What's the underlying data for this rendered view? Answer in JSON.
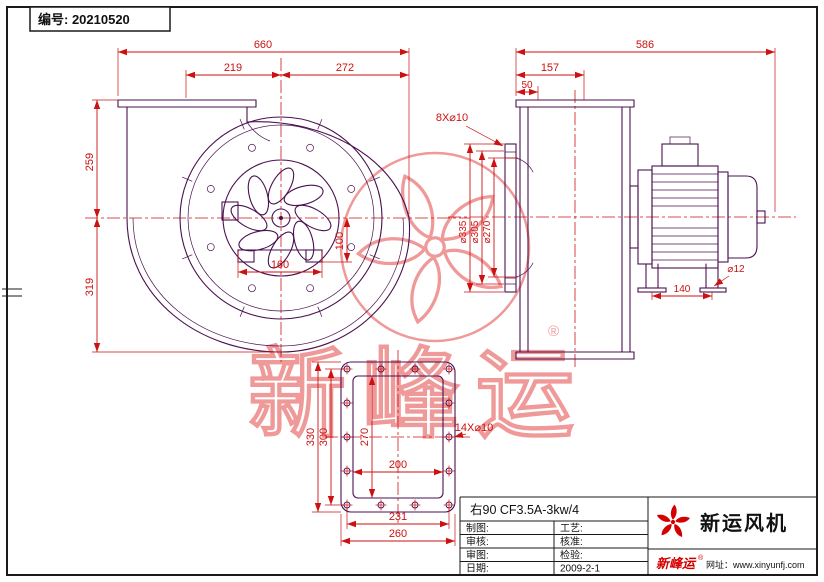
{
  "page": {
    "serial": "编号: 20210520"
  },
  "front_view": {
    "dim_660": "660",
    "dim_219": "219",
    "dim_272": "272",
    "dim_259": "259",
    "dim_319": "319",
    "dim_160": "160",
    "dim_100": "100"
  },
  "side_view": {
    "dim_586": "586",
    "dim_157": "157",
    "dim_50": "50",
    "bolt_note": "8X⌀10",
    "dim_d335": "⌀335",
    "dim_d305": "⌀305",
    "dim_d270": "⌀270",
    "dim_140": "140",
    "dim_d12": "⌀12"
  },
  "flange_view": {
    "dim_330": "330",
    "dim_300": "300",
    "dim_270": "270",
    "dim_200": "200",
    "bolt_note": "14X⌀10",
    "dim_231": "231",
    "dim_260": "260"
  },
  "watermark": {
    "brand": "新峰运",
    "registered": "®"
  },
  "title_block": {
    "model": "右90 CF3.5A-3kw/4",
    "company": "新运风机",
    "brand": "新峰运",
    "registered": "®",
    "website": "网址：www.xinyunfj.com",
    "fields": {
      "drawn": "制图:",
      "process": "工艺:",
      "checked": "审核:",
      "approved": "核准:",
      "reviewed": "审图:",
      "inspected": "检验:",
      "date_label": "日期:",
      "date_value": "2009-2-1"
    }
  }
}
